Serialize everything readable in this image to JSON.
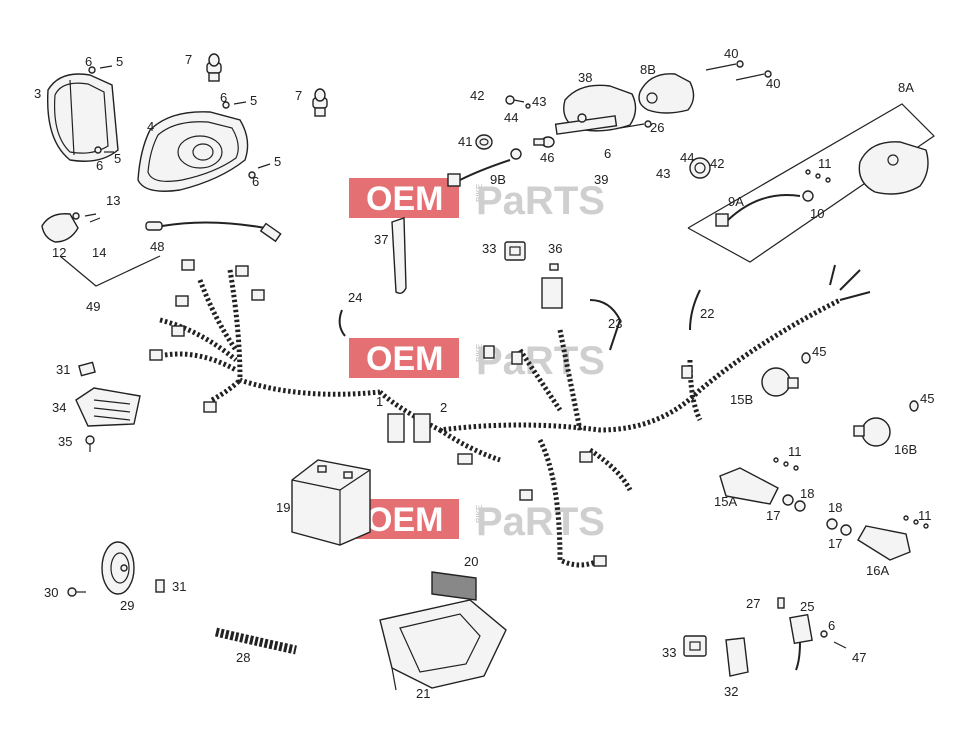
{
  "diagram": {
    "labels": [
      {
        "id": "3",
        "text": "3"
      },
      {
        "id": "6a",
        "text": "6"
      },
      {
        "id": "5a",
        "text": "5"
      },
      {
        "id": "7a",
        "text": "7"
      },
      {
        "id": "4",
        "text": "4"
      },
      {
        "id": "6b",
        "text": "6"
      },
      {
        "id": "5b",
        "text": "5"
      },
      {
        "id": "7b",
        "text": "7"
      },
      {
        "id": "6c",
        "text": "6"
      },
      {
        "id": "5c",
        "text": "5"
      },
      {
        "id": "5d",
        "text": "5"
      },
      {
        "id": "6d",
        "text": "6"
      },
      {
        "id": "13",
        "text": "13"
      },
      {
        "id": "12",
        "text": "12"
      },
      {
        "id": "14",
        "text": "14"
      },
      {
        "id": "48",
        "text": "48"
      },
      {
        "id": "49",
        "text": "49"
      },
      {
        "id": "42a",
        "text": "42"
      },
      {
        "id": "44a",
        "text": "44"
      },
      {
        "id": "43a",
        "text": "43"
      },
      {
        "id": "41",
        "text": "41"
      },
      {
        "id": "46",
        "text": "46"
      },
      {
        "id": "9B",
        "text": "9B"
      },
      {
        "id": "38",
        "text": "38"
      },
      {
        "id": "8B",
        "text": "8B"
      },
      {
        "id": "26",
        "text": "26"
      },
      {
        "id": "6e",
        "text": "6"
      },
      {
        "id": "39",
        "text": "39"
      },
      {
        "id": "40a",
        "text": "40"
      },
      {
        "id": "40b",
        "text": "40"
      },
      {
        "id": "8A",
        "text": "8A"
      },
      {
        "id": "44b",
        "text": "44"
      },
      {
        "id": "42b",
        "text": "42"
      },
      {
        "id": "43b",
        "text": "43"
      },
      {
        "id": "11a",
        "text": "11"
      },
      {
        "id": "9A",
        "text": "9A"
      },
      {
        "id": "10",
        "text": "10"
      },
      {
        "id": "37",
        "text": "37"
      },
      {
        "id": "33a",
        "text": "33"
      },
      {
        "id": "36",
        "text": "36"
      },
      {
        "id": "24",
        "text": "24"
      },
      {
        "id": "23",
        "text": "23"
      },
      {
        "id": "22",
        "text": "22"
      },
      {
        "id": "31a",
        "text": "31"
      },
      {
        "id": "34",
        "text": "34"
      },
      {
        "id": "35",
        "text": "35"
      },
      {
        "id": "1",
        "text": "1"
      },
      {
        "id": "2",
        "text": "2"
      },
      {
        "id": "45a",
        "text": "45"
      },
      {
        "id": "15B",
        "text": "15B"
      },
      {
        "id": "45b",
        "text": "45"
      },
      {
        "id": "16B",
        "text": "16B"
      },
      {
        "id": "11b",
        "text": "11"
      },
      {
        "id": "15A",
        "text": "15A"
      },
      {
        "id": "18a",
        "text": "18"
      },
      {
        "id": "17a",
        "text": "17"
      },
      {
        "id": "18b",
        "text": "18"
      },
      {
        "id": "17b",
        "text": "17"
      },
      {
        "id": "11c",
        "text": "11"
      },
      {
        "id": "16A",
        "text": "16A"
      },
      {
        "id": "19",
        "text": "19"
      },
      {
        "id": "20",
        "text": "20"
      },
      {
        "id": "30",
        "text": "30"
      },
      {
        "id": "29",
        "text": "29"
      },
      {
        "id": "31b",
        "text": "31"
      },
      {
        "id": "28",
        "text": "28"
      },
      {
        "id": "21",
        "text": "21"
      },
      {
        "id": "27",
        "text": "27"
      },
      {
        "id": "25",
        "text": "25"
      },
      {
        "id": "6f",
        "text": "6"
      },
      {
        "id": "47",
        "text": "47"
      },
      {
        "id": "33b",
        "text": "33"
      },
      {
        "id": "32",
        "text": "32"
      }
    ]
  },
  "watermark": {
    "oem": "OEM",
    "bike": "BIKE",
    "parts": "PaRTS"
  },
  "colors": {
    "watermark_red": "#e0575b",
    "line": "#222222"
  }
}
